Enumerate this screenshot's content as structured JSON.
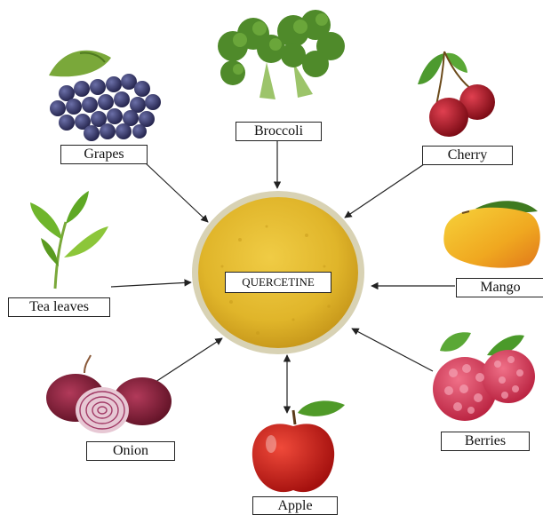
{
  "center": {
    "label": "QUERCETINE",
    "powder_color": "#e3b92c",
    "rim_color": "#d8d2b4"
  },
  "sources": {
    "grapes": "Grapes",
    "broccoli": "Broccoli",
    "cherry": "Cherry",
    "tea": "Tea leaves",
    "mango": "Mango",
    "onion": "Onion",
    "apple": "Apple",
    "berries": "Berries"
  },
  "icons": [
    "grapes-icon",
    "broccoli-icon",
    "cherry-icon",
    "tea-leaves-icon",
    "mango-icon",
    "onion-icon",
    "apple-icon",
    "berries-icon"
  ]
}
